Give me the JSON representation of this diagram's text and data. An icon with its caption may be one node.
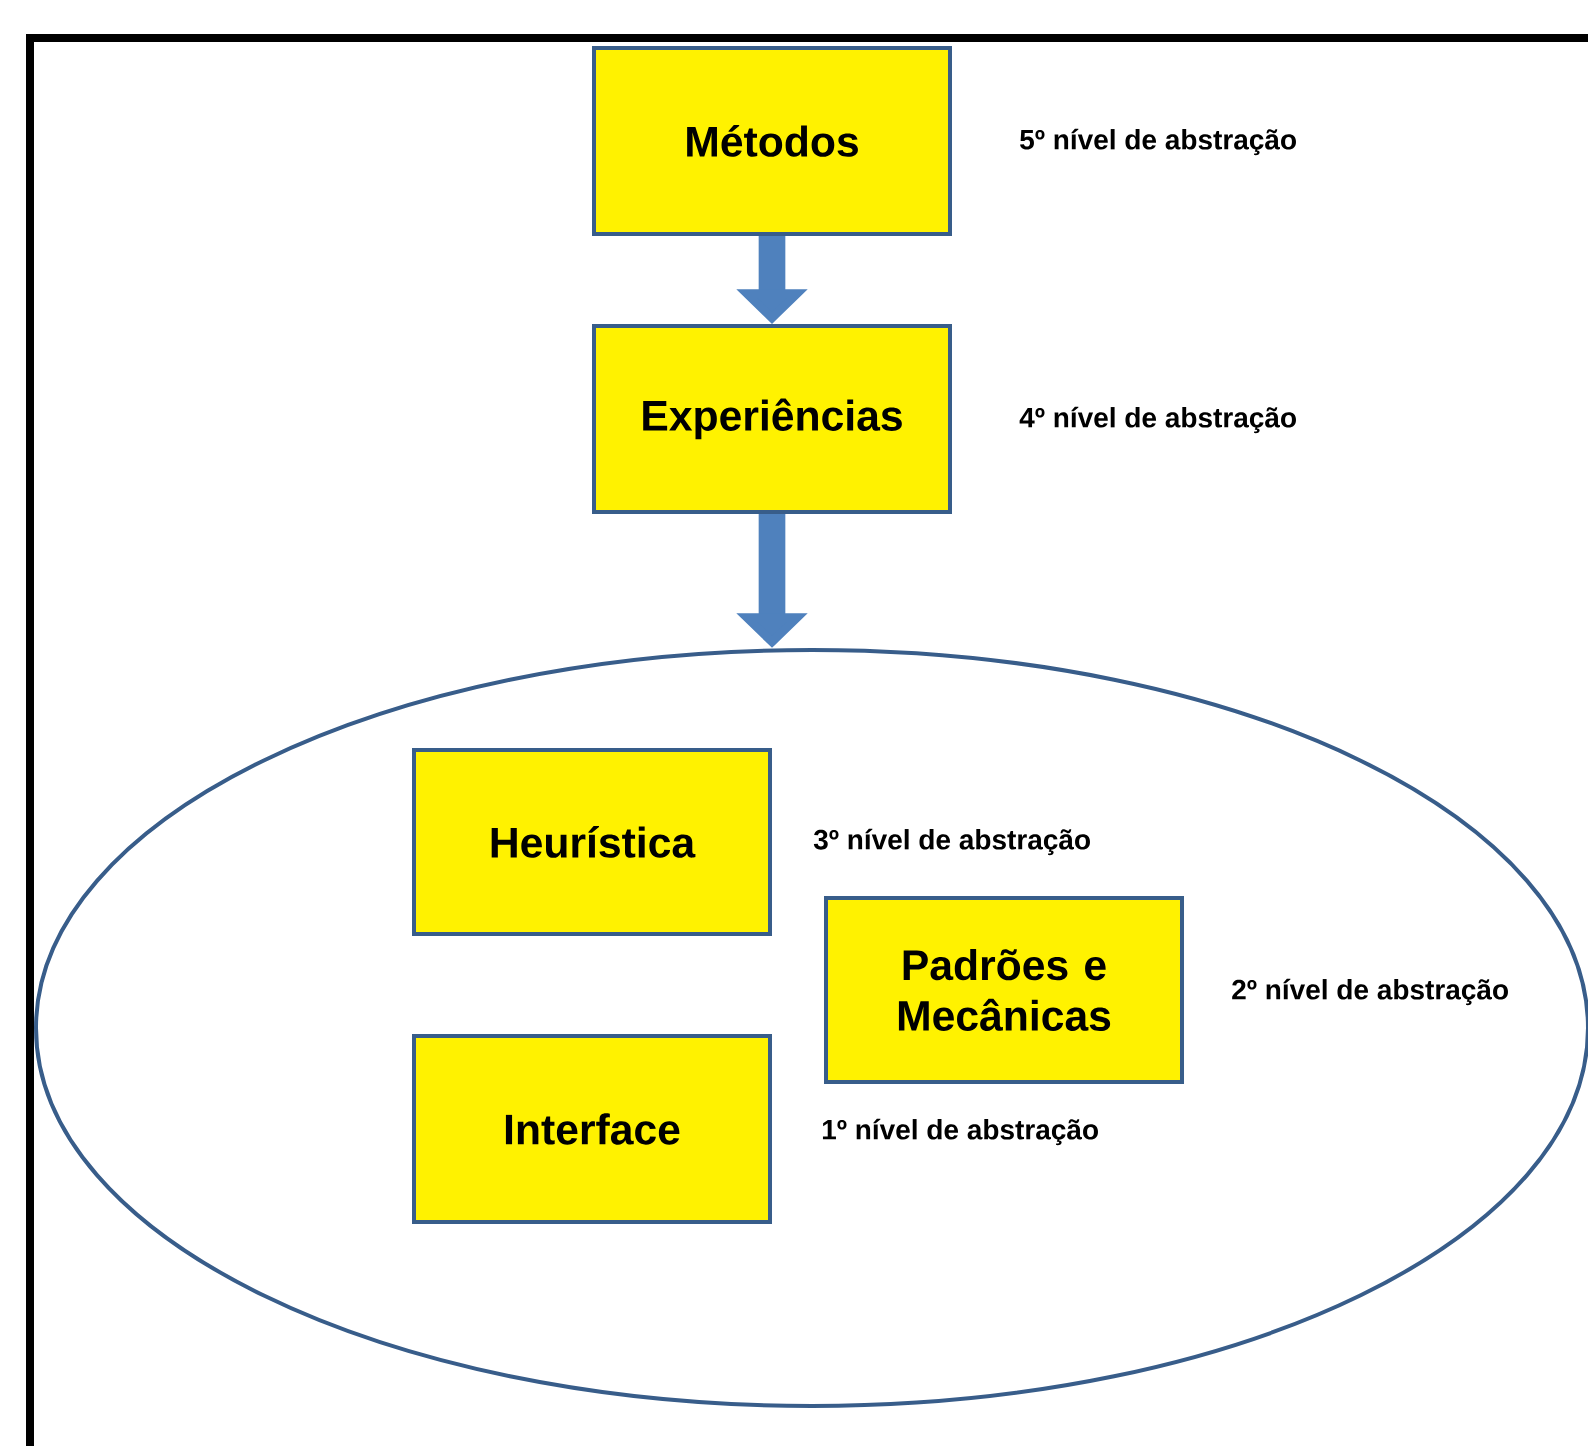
{
  "diagram": {
    "nodes": [
      {
        "text": [
          "Métodos"
        ],
        "beside": [
          "5º nível de abstração"
        ]
      },
      {
        "text": [
          "Experiências"
        ],
        "beside": [
          "4º nível de abstração"
        ]
      },
      {
        "text": [],
        "shape": "ellipse"
      },
      {
        "text": [
          "Heurística"
        ],
        "in": 2,
        "beside": [
          "3º nível de abstração"
        ]
      },
      {
        "text": [
          "Padrões e Mecânicas"
        ],
        "in": 2,
        "beside": [
          "2º nível de abstração"
        ]
      },
      {
        "text": [
          "Interface"
        ],
        "in": 2,
        "beside": [
          "1º nível de abstração"
        ]
      }
    ],
    "edges": [
      {
        "from": 0,
        "to": 1,
        "arrow": "to"
      },
      {
        "from": 1,
        "to": 2,
        "arrow": "to"
      }
    ]
  }
}
